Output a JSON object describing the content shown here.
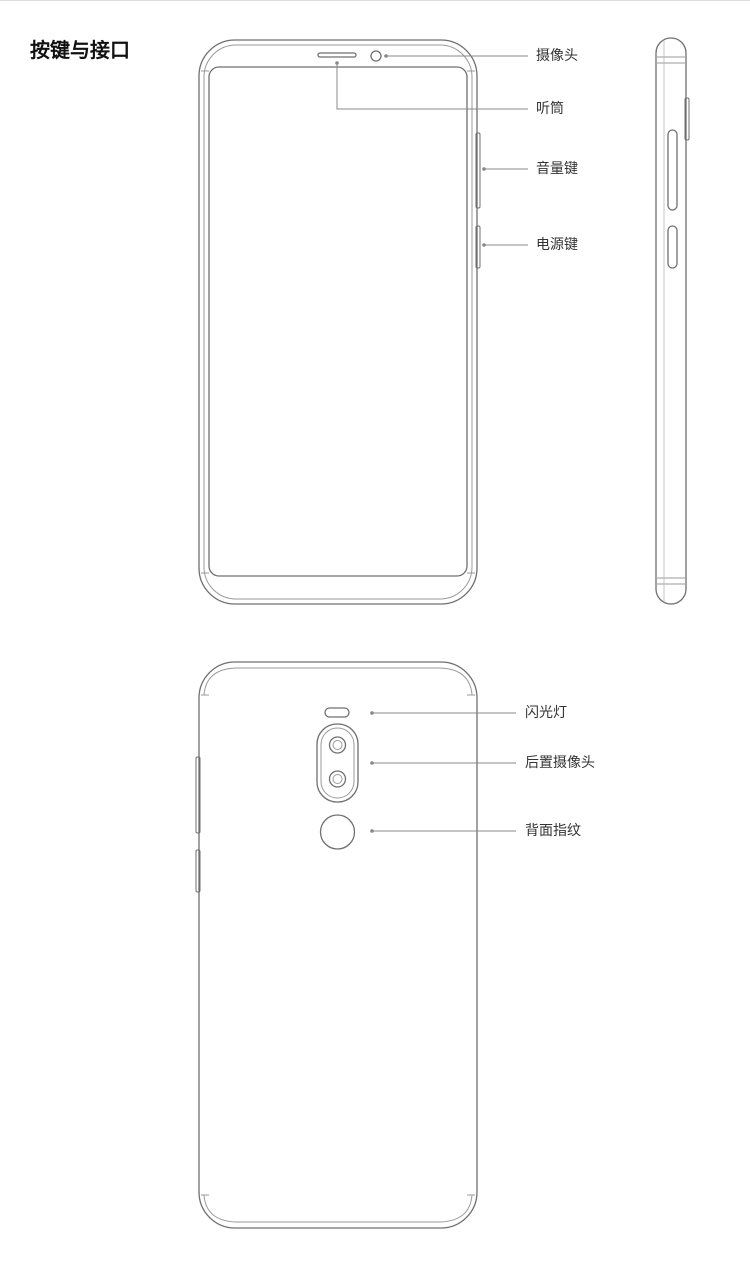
{
  "page": {
    "title": "按键与接口"
  },
  "callouts": {
    "front_camera": "摄像头",
    "earpiece": "听筒",
    "volume_key": "音量键",
    "power_key": "电源键",
    "flash": "闪光灯",
    "rear_camera": "后置摄像头",
    "rear_fingerprint": "背面指纹"
  },
  "colors": {
    "outline": "#6f6f6f",
    "outline_light": "#9a9a9a",
    "leader": "#888888",
    "text": "#333333",
    "title": "#111111"
  }
}
